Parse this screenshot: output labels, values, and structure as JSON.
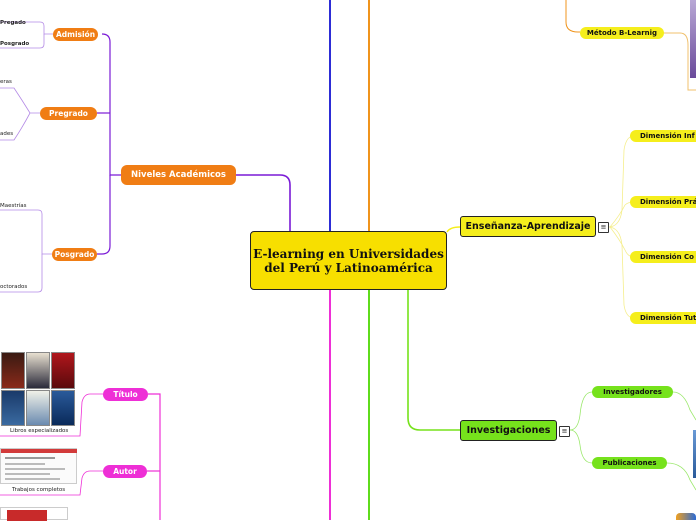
{
  "central": {
    "title": "E-learning en Universidades del Perú y Latinoamérica"
  },
  "left": {
    "niveles": {
      "label": "Niveles Académicos",
      "admision": {
        "label": "Admisión",
        "items": [
          "Pregado",
          "Posgrado"
        ]
      },
      "pregrado": {
        "label": "Pregrado",
        "items": [
          "eras",
          "ades"
        ]
      },
      "posgrado": {
        "label": "Posgrado",
        "items": [
          "Maestrías",
          "octorados"
        ]
      }
    },
    "media": {
      "titulo": "Título",
      "autor": "Autor",
      "libros_caption": "Libros especializados",
      "trabajos_caption": "Trabajos completos"
    }
  },
  "right": {
    "metodo": "Método B-Learnig",
    "ensenanza": {
      "label": "Enseñanza-Aprendizaje",
      "dimensiones": [
        "Dimensión Inf",
        "Dimensión Prá",
        "Dimensión Co",
        "Dimensión Tut"
      ]
    },
    "investigaciones": {
      "label": "Investigaciones",
      "items": [
        "Investigadores",
        "Publicaciones"
      ]
    }
  },
  "colors": {
    "orange": "#f07d14",
    "purple": "#7a1ad6",
    "magenta": "#ee2fd6",
    "green": "#76e21c",
    "yellow": "#f5ee1c",
    "central": "#f7df00"
  },
  "icons": {
    "note": "note-icon"
  }
}
